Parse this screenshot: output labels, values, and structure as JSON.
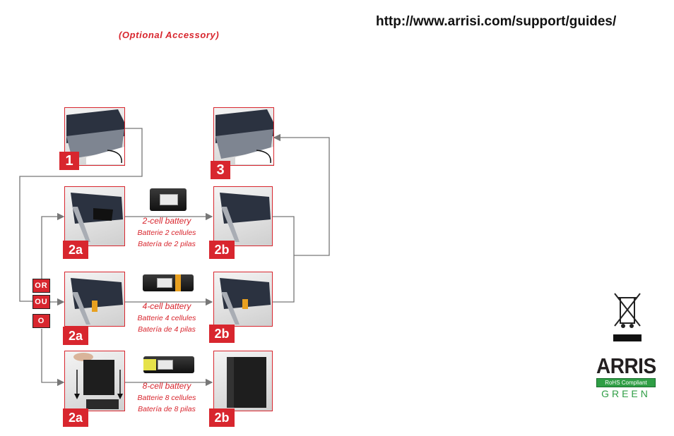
{
  "header": {
    "optional_accessory": "(Optional Accessory)",
    "url": "http://www.arrisi.com/support/guides/"
  },
  "steps": {
    "s1": "1",
    "s3": "3",
    "s2a": "2a",
    "s2b": "2b"
  },
  "or_labels": [
    "OR",
    "OU",
    "O"
  ],
  "batteries": [
    {
      "title": "2-cell battery",
      "fr": "Batterie 2 cellules",
      "es": "Batería de 2 pilas"
    },
    {
      "title": "4-cell battery",
      "fr": "Batterie 4 cellules",
      "es": "Batería de 4 pilas"
    },
    {
      "title": "8-cell battery",
      "fr": "Batterie 8 cellules",
      "es": "Batería de 8 pilas"
    }
  ],
  "footer": {
    "brand": "ARRIS",
    "rohs": "RoHS Compliant",
    "green": "GREEN"
  },
  "colors": {
    "accent_red": "#d8262e",
    "rohs_green": "#2f9e45",
    "connector_gray": "#777777"
  },
  "icons": [
    "weee-crossed-bin-icon",
    "step-number-badge",
    "battery-image",
    "modem-device-image"
  ]
}
